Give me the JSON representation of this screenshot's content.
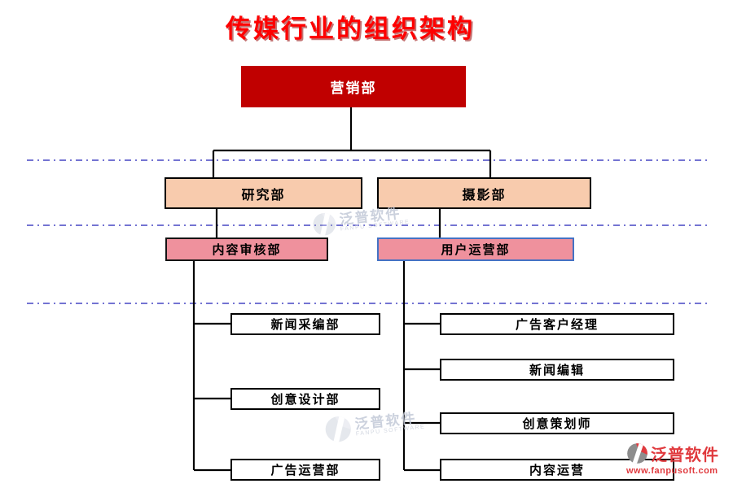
{
  "title": "传媒行业的组织架构",
  "org": {
    "root": {
      "label": "营销部"
    },
    "departments": [
      {
        "label": "研究部"
      },
      {
        "label": "摄影部"
      }
    ],
    "subdepartments": [
      {
        "label": "内容审核部"
      },
      {
        "label": "用户运营部"
      }
    ],
    "research_children": [
      {
        "label": "新闻采编部"
      },
      {
        "label": "创意设计部"
      },
      {
        "label": "广告运营部"
      }
    ],
    "photography_children": [
      {
        "label": "广告客户经理"
      },
      {
        "label": "新闻编辑"
      },
      {
        "label": "创意策划师"
      },
      {
        "label": "内容运营"
      }
    ]
  },
  "watermarks": {
    "center": {
      "brand": "泛普软件",
      "sub": "FANPU SOFTWARE"
    },
    "lower": {
      "brand": "泛普软件",
      "sub": "FANPU SOFTWARE"
    },
    "corner": {
      "brand": "泛普软件",
      "url": "www.fanpusoft.com"
    }
  },
  "colors": {
    "title_red": "#fe0000",
    "root_fill": "#c00000",
    "dept_fill": "#f8cbad",
    "sub_fill": "#ef919d",
    "sub_border_blue": "#4472c4",
    "connector": "#000000",
    "divider_blue": "#2020b8",
    "brand_red": "#e03a3e"
  }
}
